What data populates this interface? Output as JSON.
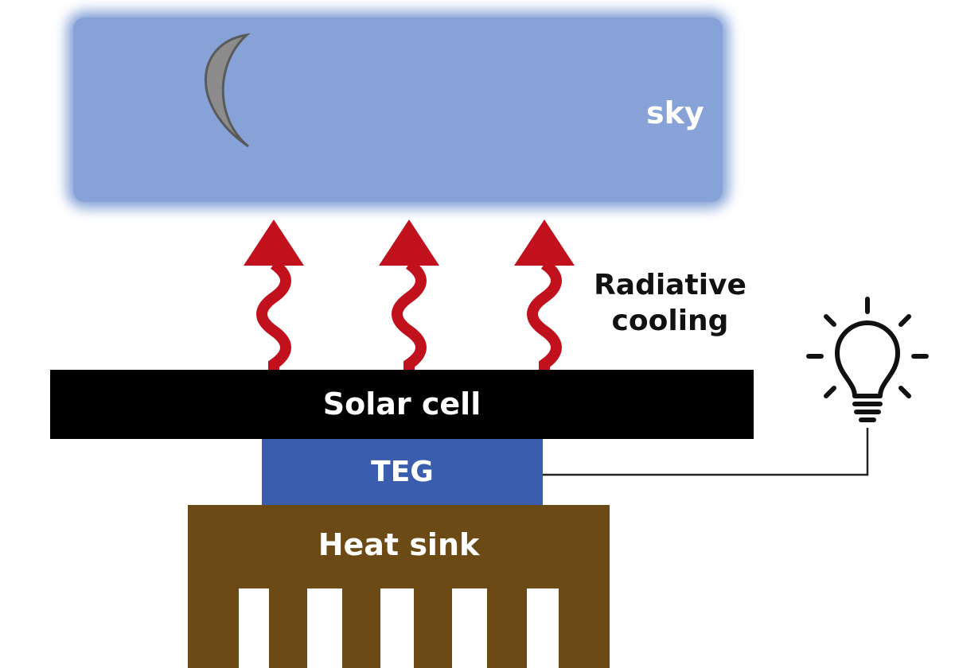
{
  "colors": {
    "sky": "#86A2D7",
    "moon_fill": "#8C8C8C",
    "moon_outline": "#5A5A5A",
    "arrow": "#C0111D",
    "solar_cell": "#000000",
    "teg": "#3A5DAE",
    "heat_sink": "#6B4A16",
    "wire": "#222222",
    "bulb": "#111111"
  },
  "labels": {
    "sky": "sky",
    "radiative_line1": "Radiative",
    "radiative_line2": "cooling",
    "solar_cell": "Solar cell",
    "teg": "TEG",
    "heat_sink": "Heat sink"
  },
  "icons": {
    "moon": "crescent-moon-icon",
    "bulb": "light-bulb-icon",
    "arrow": "wavy-up-arrow-icon"
  },
  "arrow_count": 3,
  "heat_sink_fin_count": 6
}
